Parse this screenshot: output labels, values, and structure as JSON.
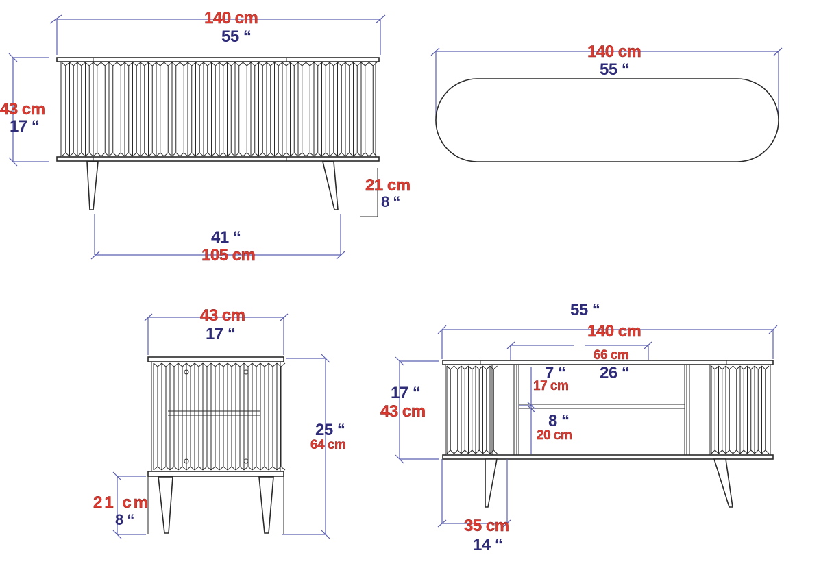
{
  "title": "Furniture dimension drawing - TV stand / sideboard",
  "colors": {
    "cm_label": "#e03a2f",
    "inch_label": "#2e2b78",
    "dimension_line": "#5b5fb0",
    "outline": "#2a2a2a"
  },
  "views": {
    "front": {
      "width_cm": "140 cm",
      "width_in": "55 “",
      "height_cm": "43 cm",
      "height_in": "17 “",
      "leg_height_cm": "21 cm",
      "leg_height_in": "8 “",
      "leg_span_in": "41 “",
      "leg_span_cm": "105 cm"
    },
    "top": {
      "width_cm": "140 cm",
      "width_in": "55 “"
    },
    "side": {
      "depth_cm": "43 cm",
      "depth_in": "17 “",
      "total_height_in": "25 “",
      "total_height_cm": "64 cm",
      "leg_height_cm": "21 cm",
      "leg_height_in": "8 “"
    },
    "open_front": {
      "width_in": "55 “",
      "width_cm": "140 cm",
      "opening_cm": "66 cm",
      "opening_in": "26 “",
      "upper_shelf_in": "7 “",
      "upper_shelf_cm": "17 cm",
      "lower_shelf_in": "8 “",
      "lower_shelf_cm": "20 cm",
      "height_in": "17 “",
      "height_cm": "43 cm",
      "door_width_cm": "35 cm",
      "door_width_in": "14 “"
    }
  }
}
